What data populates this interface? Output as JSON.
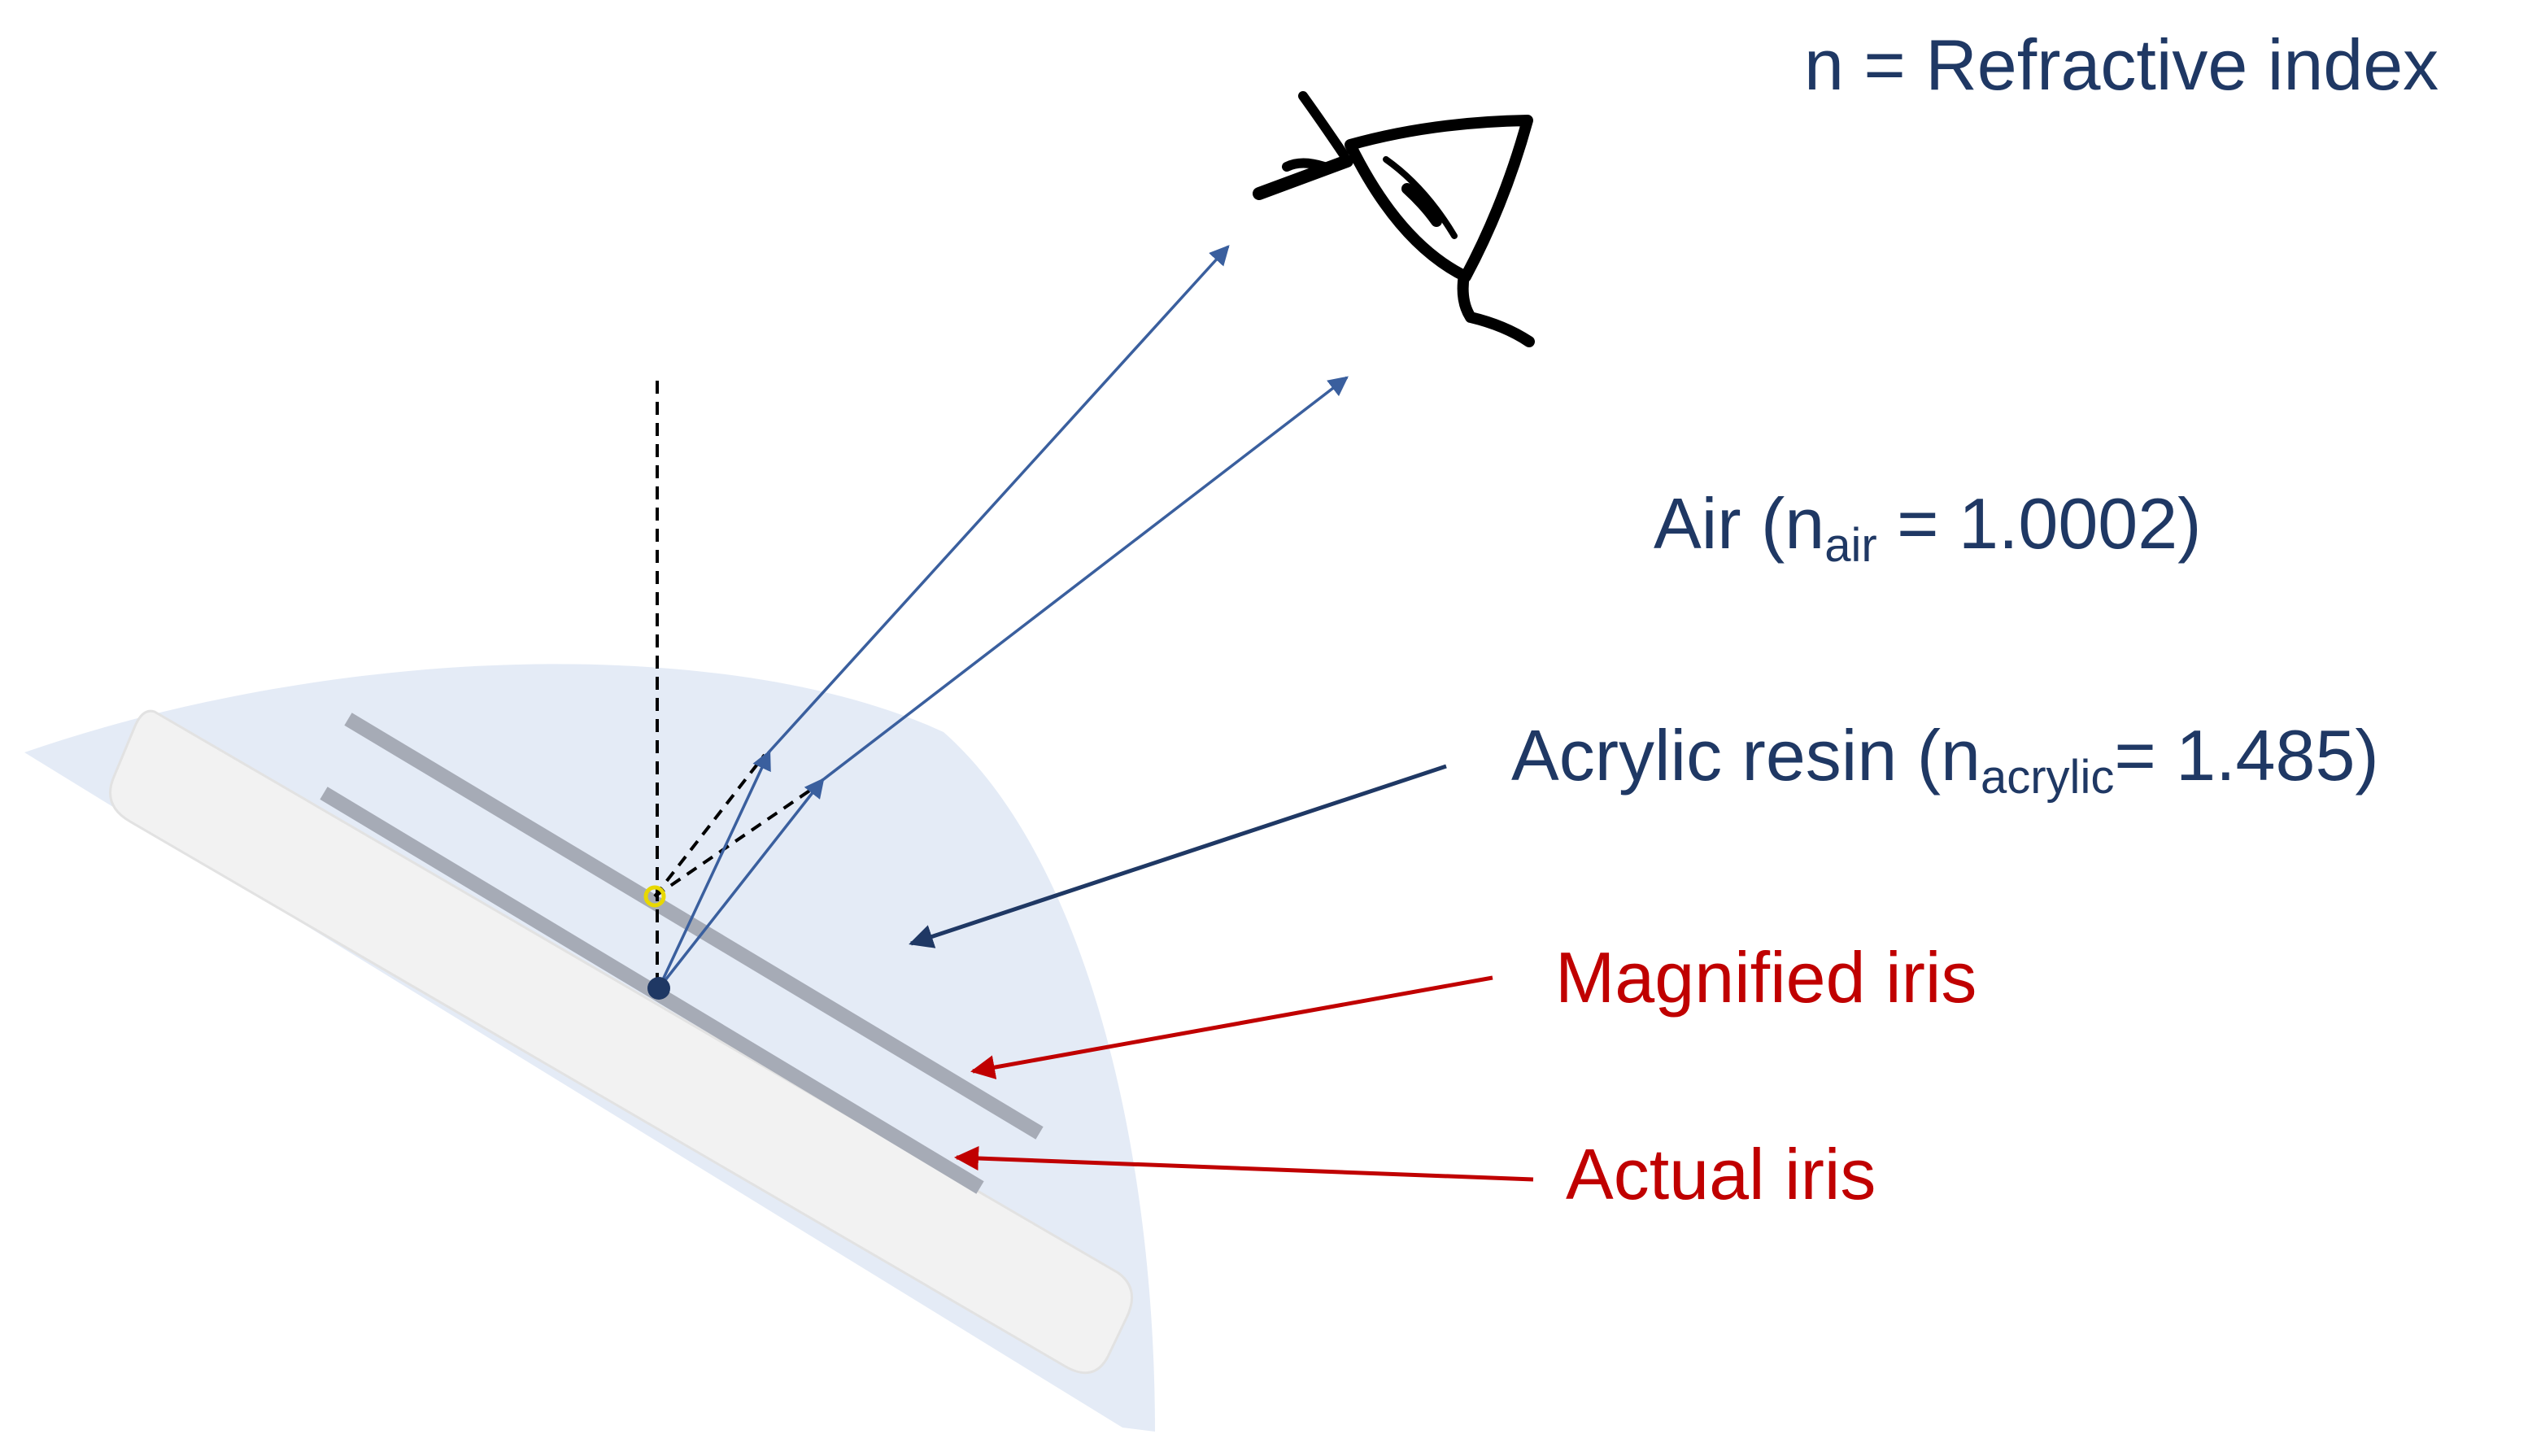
{
  "legend": {
    "refractive_index": "n = Refractive index"
  },
  "media": {
    "air": {
      "prefix": "Air (n",
      "sub": "air",
      "suffix": " = 1.0002)"
    },
    "acrylic": {
      "prefix": "Acrylic resin (n",
      "sub": "acrylic",
      "suffix": "= 1.485)"
    }
  },
  "labels": {
    "magnified_iris": "Magnified iris",
    "actual_iris": "Actual iris"
  },
  "icons": {
    "observer": "eye-icon"
  },
  "colors": {
    "navy_text": "#1f3864",
    "red_text": "#c00000",
    "ray": "#3a5f9e",
    "dome": "#e4ebf6",
    "base_plate": "#f2f2f2",
    "iris_bar": "#a6abb6",
    "virtual_point": "#e8d800"
  }
}
